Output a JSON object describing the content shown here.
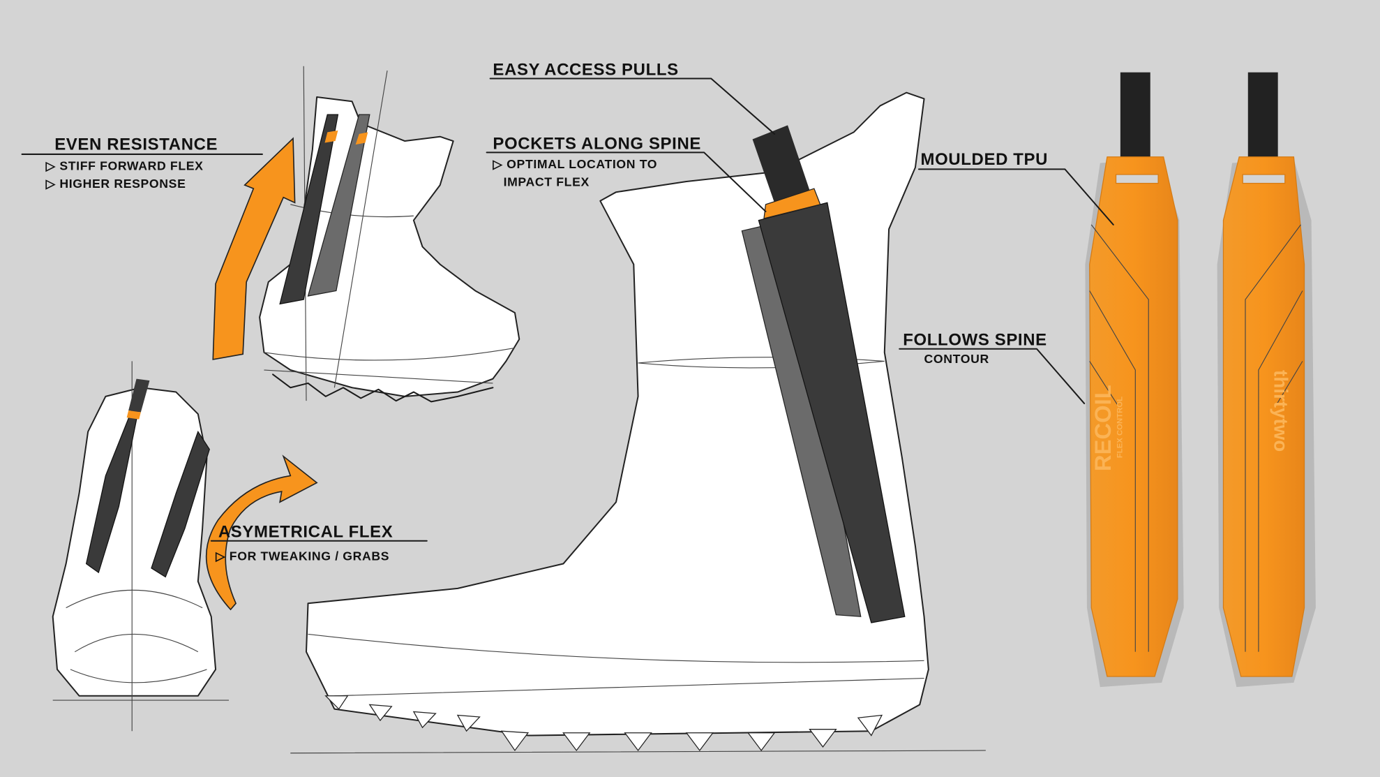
{
  "annotations": {
    "even_resistance": {
      "title": "EVEN RESISTANCE",
      "bullets": [
        "▷ STIFF FORWARD FLEX",
        "▷ HIGHER RESPONSE"
      ]
    },
    "easy_access": {
      "title": "EASY ACCESS PULLS"
    },
    "pockets": {
      "title": "POCKETS ALONG SPINE",
      "bullets": [
        "▷ OPTIMAL LOCATION TO",
        "IMPACT FLEX"
      ]
    },
    "moulded": {
      "title": "MOULDED TPU"
    },
    "follows_spine": {
      "title": "FOLLOWS SPINE",
      "subtitle": "CONTOUR"
    },
    "asymmetrical": {
      "title": "ASYMETRICAL FLEX",
      "bullets": [
        "▷ FOR TWEAKING / GRABS"
      ]
    }
  },
  "logos": {
    "pad_left": {
      "brand": "RECOIL",
      "tagline": "FLEX CONTROL"
    },
    "pad_right": {
      "brand": "thirtytwo"
    }
  },
  "colors": {
    "background": "#d4d4d4",
    "accent": "#f7941d",
    "pad_dark": "#3a3a3a",
    "pad_mid": "#6b6b6b"
  }
}
